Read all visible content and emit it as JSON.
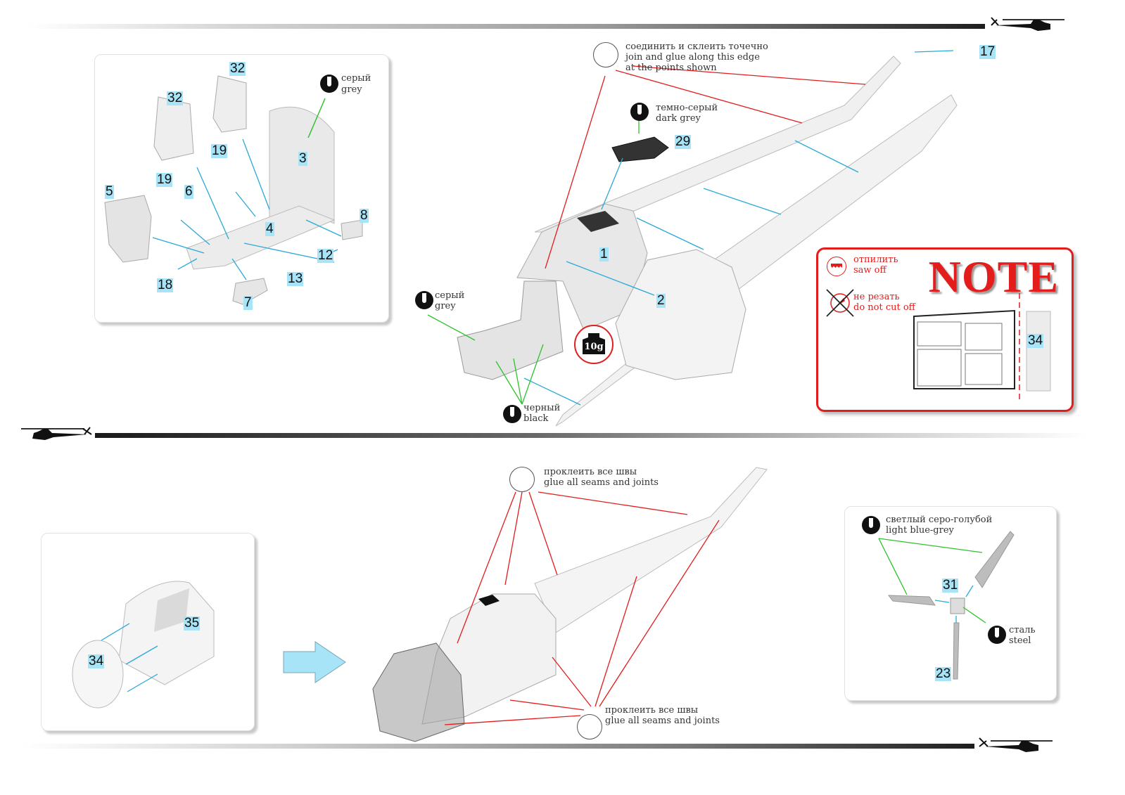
{
  "page": {
    "section_top": {
      "cockpit_panel": {
        "part_labels": [
          "32",
          "32",
          "3",
          "19",
          "19",
          "5",
          "6",
          "4",
          "8",
          "12",
          "13",
          "18",
          "7"
        ],
        "color_callout": {
          "ru": "серый",
          "en": "grey"
        }
      },
      "glue_edge_callout": {
        "ru": "соединить и склеить точечно",
        "en_line1": "join and glue along this edge",
        "en_line2": "at the points shown"
      },
      "dark_grey_callout": {
        "ru": "темно-серый",
        "en": "dark grey",
        "part": "29"
      },
      "grey_callout": {
        "ru": "серый",
        "en": "grey"
      },
      "black_callout": {
        "ru": "черный",
        "en": "black"
      },
      "fuselage_parts": [
        "1",
        "2",
        "17"
      ],
      "weight": {
        "label": "10g"
      },
      "note": {
        "title": "NOTE",
        "saw_off": {
          "ru": "отпилить",
          "en": "saw off"
        },
        "do_not_cut": {
          "ru": "не резать",
          "en": "do not cut off"
        },
        "part": "34"
      }
    },
    "section_bottom": {
      "canopy_panel": {
        "parts": [
          "34",
          "35"
        ]
      },
      "glue_top_callout": {
        "ru": "проклеить все швы",
        "en": "glue all seams and joints"
      },
      "glue_bottom_callout": {
        "ru": "проклеить все швы",
        "en": "glue all seams and joints"
      },
      "rotor_panel": {
        "color_callout": {
          "ru": "светлый серо-голубой",
          "en": "light blue-grey"
        },
        "steel_callout": {
          "ru": "сталь",
          "en": "steel"
        },
        "parts": [
          "31",
          "23"
        ]
      }
    },
    "colors": {
      "part_label_bg": "#a7e4f7",
      "callout_red": "#e31c1c",
      "arrow_blue": "#29a9d8",
      "arrow_green": "#2ec22e",
      "part_grey": "#e6e6e6"
    },
    "icons": {
      "helicopter": "helicopter-silhouette-icon",
      "paint": "paint-pot-icon",
      "glue": "glue-tube-icon",
      "saw": "saw-icon",
      "knife_crossed": "do-not-cut-icon",
      "weight": "weight-icon",
      "next_step": "right-arrow-icon"
    }
  }
}
